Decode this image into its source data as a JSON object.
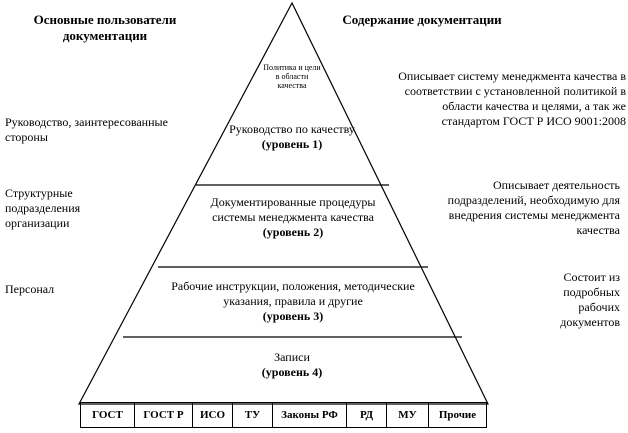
{
  "headers": {
    "left": "Основные пользователи документации",
    "right": "Содержание документации"
  },
  "users": [
    "Руководство, заинтересованные стороны",
    "Структурные подразделения организации",
    "Персонал"
  ],
  "descriptions": [
    "Описывает систему менеджмента качества в соответствии с установленной политикой в области качества и целями, а так же стандартом ГОСТ Р ИСО 9001:2008",
    "Описывает деятельность подразделений, необходимую для внедрения системы менеджмента качества",
    "Состоит из подробных рабочих документов"
  ],
  "pyramid": {
    "apex_note": "Политика и цели в области качества",
    "tiers": [
      {
        "text": "Руководство по качеству",
        "level": "(уровень 1)"
      },
      {
        "text": "Документированные процедуры системы менеджмента качества",
        "level": "(уровень 2)"
      },
      {
        "text": "Рабочие инструкции, положения, методические указания, правила и другие",
        "level": "(уровень 3)"
      },
      {
        "text": "Записи",
        "level": "(уровень 4)"
      }
    ]
  },
  "documents": [
    "ГОСТ",
    "ГОСТ Р",
    "ИСО",
    "ТУ",
    "Законы РФ",
    "РД",
    "МУ",
    "Прочие"
  ]
}
